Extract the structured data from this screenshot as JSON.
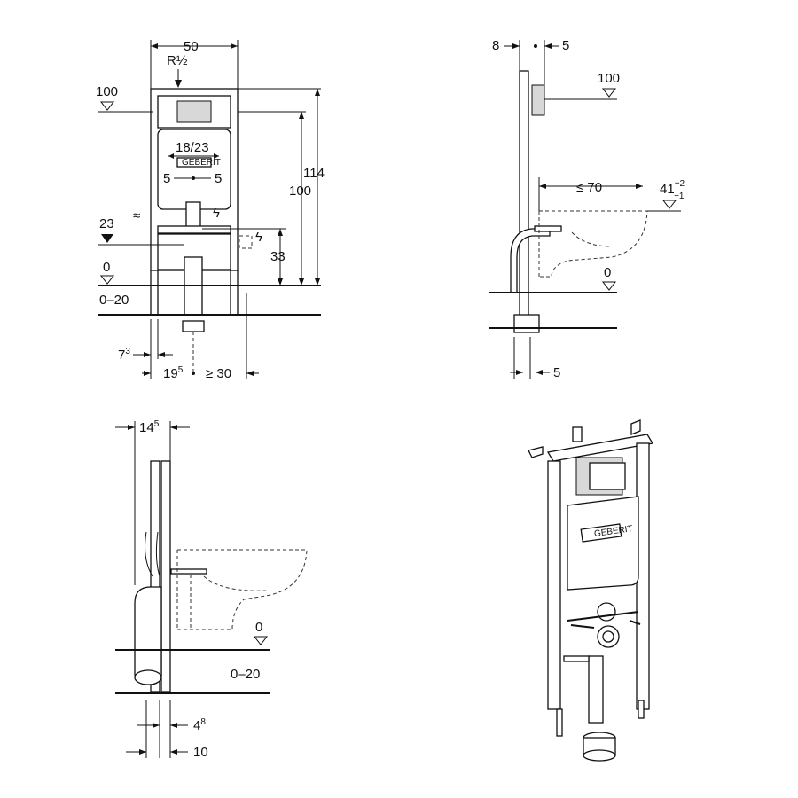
{
  "front_view": {
    "width_label": "50",
    "connection_label": "R½",
    "level_100_label": "100",
    "height_114_label": "114",
    "height_100_label": "100",
    "button_label": "18/23",
    "offset_left_label": "5",
    "offset_right_label": "5",
    "level_23_label": "23",
    "height_33_label": "33",
    "level_0_label": "0",
    "floor_label": "0–20",
    "foot_main": "7",
    "foot_sup": "3",
    "bottom_left_main": "19",
    "bottom_left_sup": "5",
    "bottom_right_label": "≥ 30"
  },
  "side_view": {
    "top_left_label": "8",
    "top_right_label": "5",
    "level_100_label": "100",
    "bowl_width_label": "≤ 70",
    "bowl_height_main": "41",
    "bowl_height_sup_top": "+2",
    "bowl_height_sup_bottom": "−1",
    "level_0_label": "0",
    "bottom_label": "5"
  },
  "detail_view": {
    "depth_main": "14",
    "depth_sup": "5",
    "level_0_label": "0",
    "floor_label": "0–20",
    "offset_main": "4",
    "offset_sup": "8",
    "bottom_label": "10"
  },
  "iso_view": {
    "brand_label": "GEBERIT"
  }
}
